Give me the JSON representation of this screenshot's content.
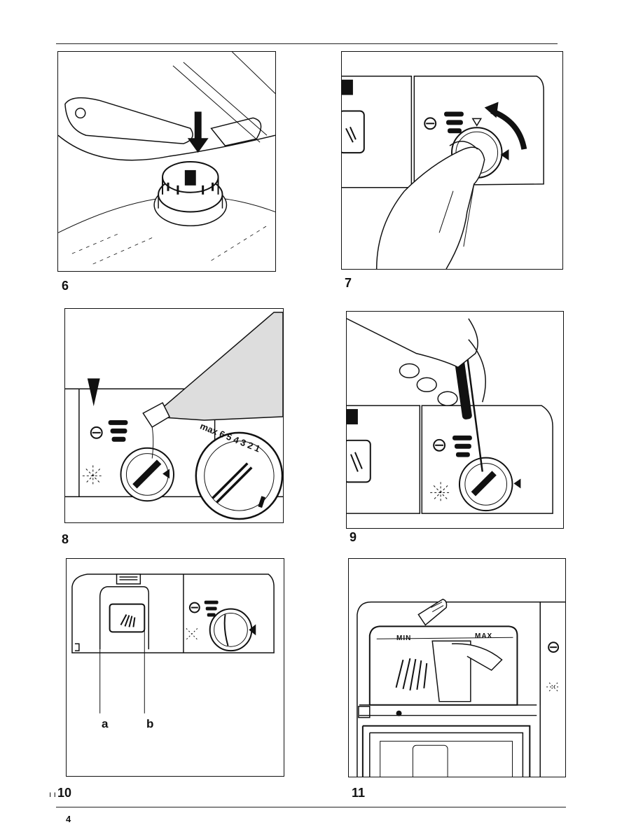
{
  "figures": [
    {
      "number": "6"
    },
    {
      "number": "7"
    },
    {
      "number": "8",
      "dial_scale": "max 6 5 4 3 2 1"
    },
    {
      "number": "9"
    },
    {
      "number": "10",
      "callouts": [
        "a",
        "b"
      ]
    },
    {
      "number": "11",
      "reservoir_labels": {
        "min": "MIN",
        "max": "MAX"
      }
    }
  ],
  "fig10_prefix": "ı ı",
  "page_number": "4"
}
